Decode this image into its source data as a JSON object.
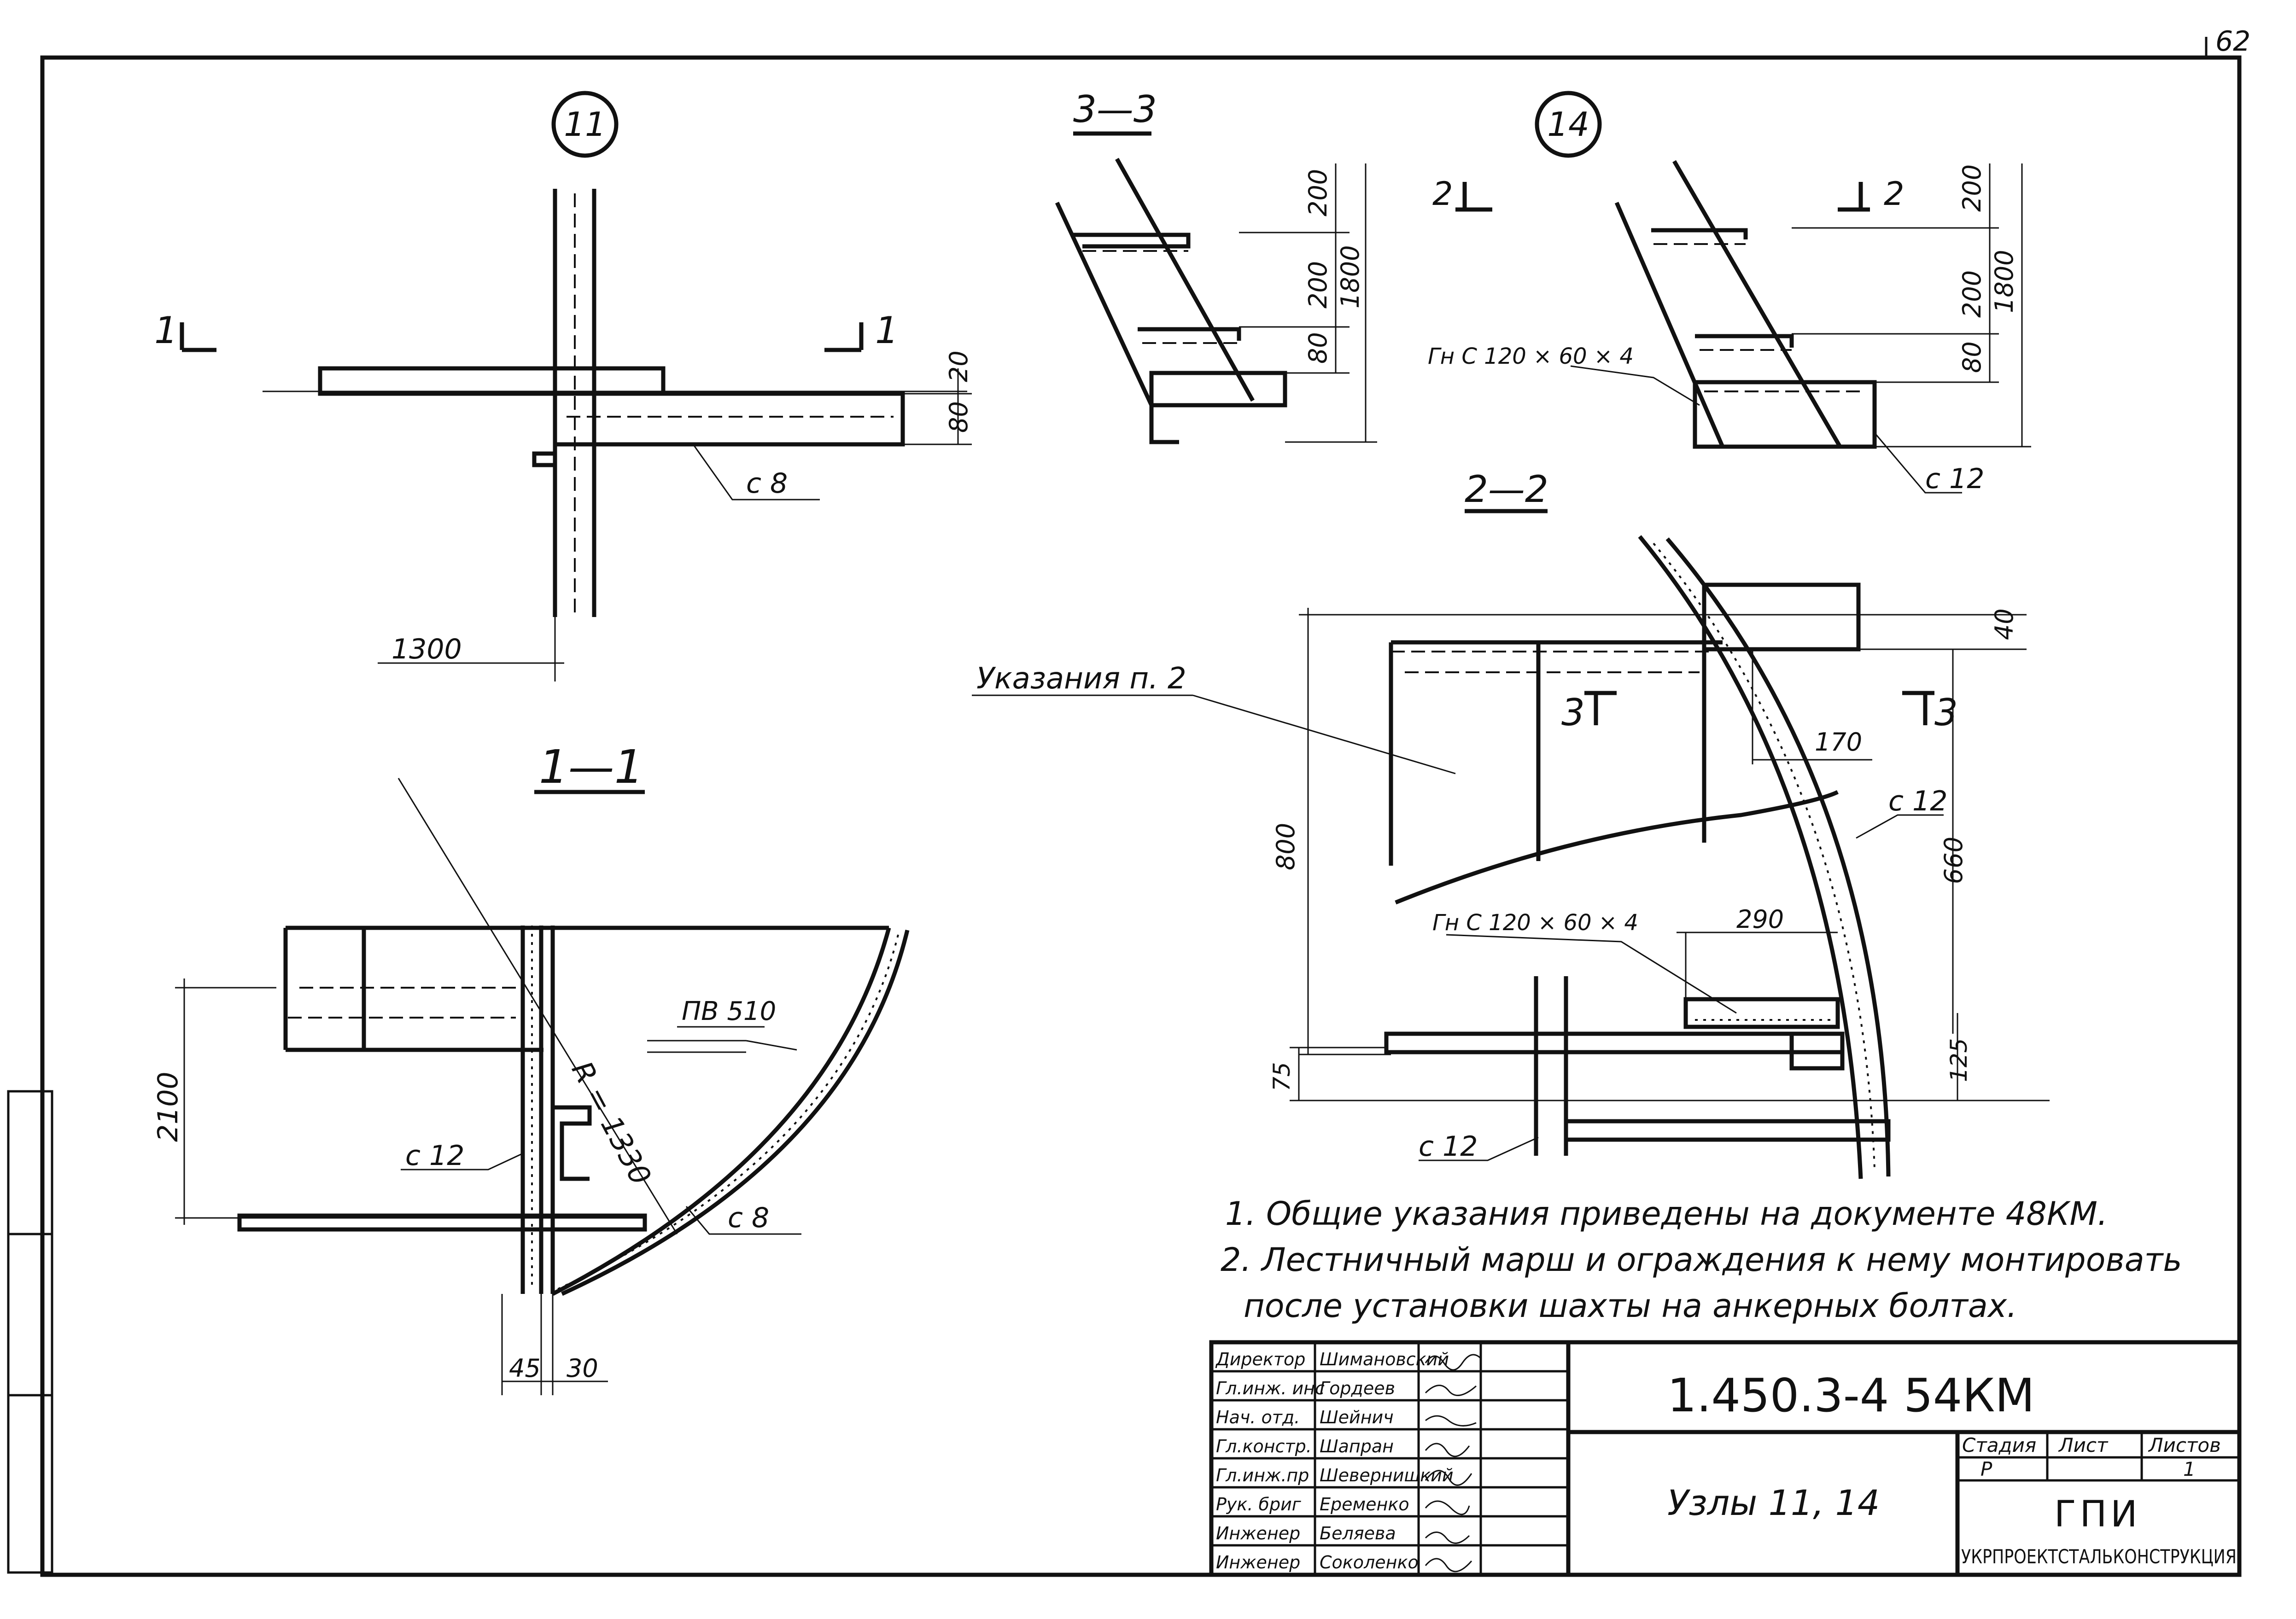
{
  "sheet_number": "62",
  "callouts": {
    "node_a": "11",
    "node_b": "14"
  },
  "sections": {
    "s11": "1",
    "s11_right": "1",
    "s33_title": "3—3",
    "s22_title": "2—2",
    "s11_title": "1—1",
    "s22_left": "2",
    "s22_right": "2",
    "s33_left": "3",
    "s33_right": "3"
  },
  "dims": {
    "d20": "20",
    "d80a": "80",
    "d1300": "1300",
    "d200a": "200",
    "d200b": "200",
    "d80b": "80",
    "d1800a": "1800",
    "d200c": "200",
    "d200d": "200",
    "d80c": "80",
    "d1800b": "1800",
    "d40": "40",
    "d170": "170",
    "d800": "800",
    "d660": "660",
    "d290": "290",
    "d75": "75",
    "d125": "125",
    "d2100": "2100",
    "d45": "45",
    "d30": "30",
    "radius": "R = 1330"
  },
  "labels": {
    "c8a": "с 8",
    "c8b": "с 8",
    "c12a": "с 12",
    "c12b": "с 12",
    "c12c": "с 12",
    "c12d": "с 12",
    "gns_a": "Гн С 120 × 60 × 4",
    "gns_b": "Гн С 120 × 60 × 4",
    "pv": "ПВ 510",
    "note_ref": "Указания  п. 2"
  },
  "notes": [
    "1. Общие  указания    приведены  на    документе 48КМ.",
    "2. Лестничный  марш  и  ограждения  к  нему  монтировать",
    "после  установки  шахты  на  анкерных  болтах."
  ],
  "title_block": {
    "doc_code": "1.450.3-4  54КМ",
    "title": "Узлы   11,  14",
    "stage_header": "Стадия",
    "sheet_header": "Лист",
    "sheets_header": "Листов",
    "stage": "Р",
    "sheet": "",
    "sheets": "1",
    "org_short": "ГПИ",
    "org_full": "УКРПРОЕКТСТАЛЬКОНСТРУКЦИЯ",
    "staff": [
      {
        "role": "Директор",
        "name": "Шимановский"
      },
      {
        "role": "Гл.инж. инс",
        "name": "Гордеев"
      },
      {
        "role": "Нач. отд.",
        "name": "Шейнич"
      },
      {
        "role": "Гл.констр.",
        "name": "Шапран"
      },
      {
        "role": "Гл.инж.пр",
        "name": "Шевернишкий"
      },
      {
        "role": "Рук. бриг",
        "name": "Еременко"
      },
      {
        "role": "Инженер",
        "name": "Беляева"
      },
      {
        "role": "Инженер",
        "name": "Соколенко"
      }
    ]
  }
}
